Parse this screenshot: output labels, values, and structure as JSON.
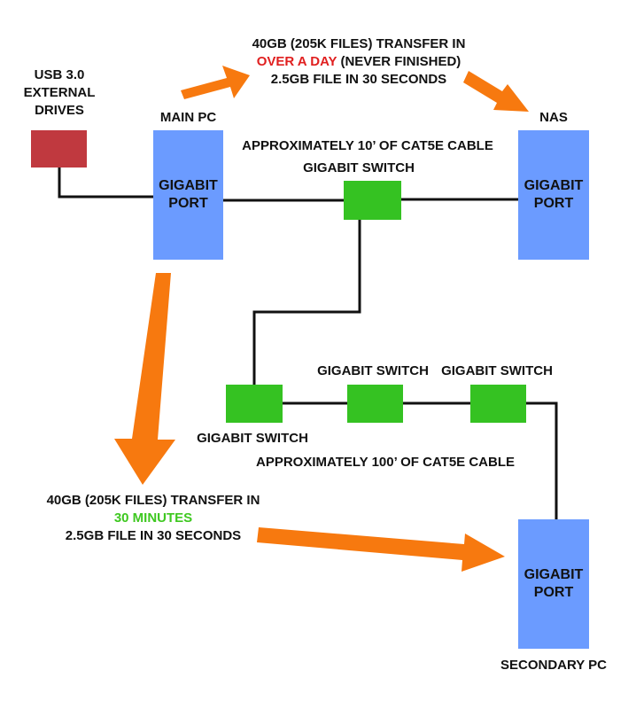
{
  "colors": {
    "pc": "#6b9bff",
    "switch": "#35c222",
    "usb_drive": "#c0393f",
    "arrow": "#f7790f",
    "cable": "#111111",
    "slow_highlight": "#e01f1f",
    "fast_highlight": "#3ec820"
  },
  "usb": {
    "label_line1": "USB 3.0",
    "label_line2": "EXTERNAL",
    "label_line3": "DRIVES"
  },
  "main_pc": {
    "title": "MAIN PC",
    "port_line1": "GIGABIT",
    "port_line2": "PORT"
  },
  "nas": {
    "title": "NAS",
    "port_line1": "GIGABIT",
    "port_line2": "PORT"
  },
  "secondary_pc": {
    "title": "SECONDARY PC",
    "port_line1": "GIGABIT",
    "port_line2": "PORT"
  },
  "switches": {
    "top": "GIGABIT SWITCH",
    "left": "GIGABIT SWITCH",
    "middle": "GIGABIT SWITCH",
    "right": "GIGABIT SWITCH"
  },
  "cables": {
    "short": "APPROXIMATELY 10’ OF CAT5E CABLE",
    "long": "APPROXIMATELY 100’ OF CAT5E CABLE"
  },
  "nas_transfer": {
    "line1": "40GB (205K FILES) TRANSFER IN",
    "line2_highlight": "OVER A DAY",
    "line2_rest": " (NEVER FINISHED)",
    "line3": "2.5GB FILE IN 30 SECONDS"
  },
  "pc_transfer": {
    "line1": "40GB (205K FILES) TRANSFER IN",
    "line2_highlight": "30 MINUTES",
    "line3": "2.5GB FILE IN 30 SECONDS"
  }
}
